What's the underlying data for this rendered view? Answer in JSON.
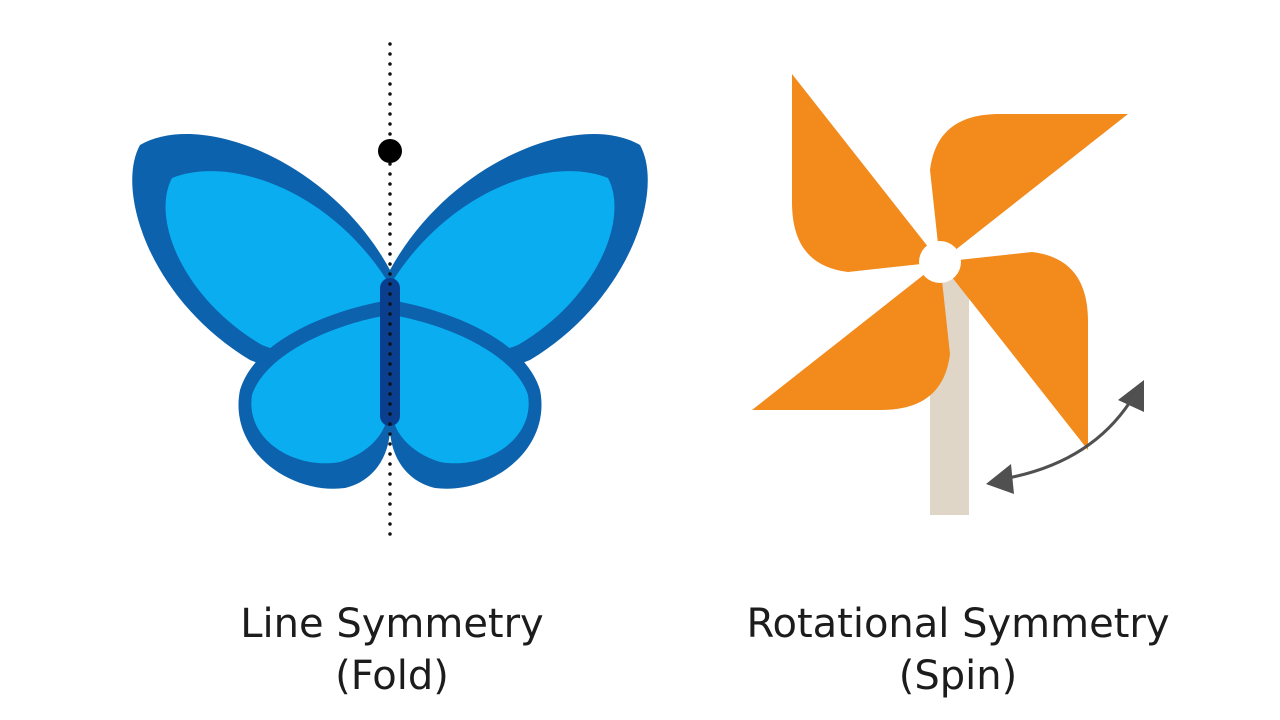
{
  "examples": [
    {
      "id": "line",
      "title": "Line Symmetry",
      "subtitle": "(Fold)",
      "icon": "butterfly-icon",
      "colors": {
        "wing_outer": "#0d62ad",
        "wing_inner": "#0aaef0",
        "body": "#0a3f8f",
        "axis": "#111111"
      }
    },
    {
      "id": "rotational",
      "title": "Rotational Symmetry",
      "subtitle": "(Spin)",
      "icon": "pinwheel-icon",
      "colors": {
        "blades": "#f28a1c",
        "hub": "#ffffff",
        "stick": "#e0d6c8",
        "arrow": "#505050"
      }
    }
  ]
}
